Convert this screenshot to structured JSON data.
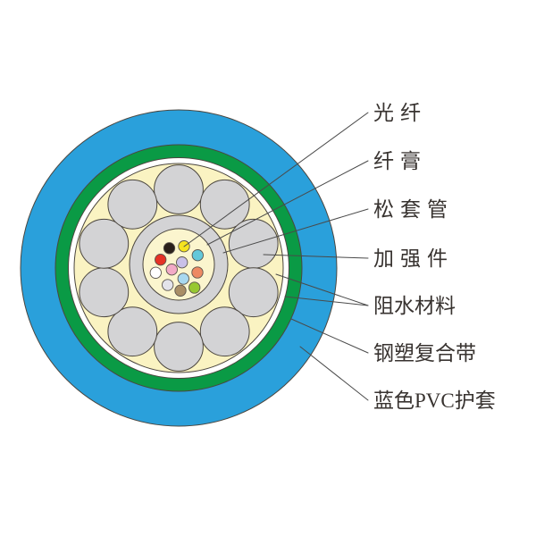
{
  "diagram": {
    "type": "fiber-optic-cable-cross-section",
    "labels": [
      {
        "id": "optical-fiber",
        "text": "光纤"
      },
      {
        "id": "fiber-gel",
        "text": "纤膏"
      },
      {
        "id": "loose-tube",
        "text": "松套管"
      },
      {
        "id": "strength-member",
        "text": "加强件"
      },
      {
        "id": "water-blocking-material",
        "text": "阻水材料"
      },
      {
        "id": "steel-plastic-composite-tape",
        "text": "钢塑复合带"
      },
      {
        "id": "blue-pvc-jacket",
        "text": "蓝色PVC护套"
      }
    ],
    "colors": {
      "jacket_blue": "#2aa0db",
      "tape_green": "#0a9a45",
      "water_block_white": "#ffffff",
      "filler_cream": "#faf3c2",
      "tube_gray": "#d3d3d5",
      "tube_inner_cream": "#fbf5ce",
      "outline": "#4b463f",
      "leader_line": "#4a4a4a",
      "label_text": "#383330"
    },
    "fiber_count": 12,
    "strength_member_count": 10,
    "fibers": [
      {
        "name": "black",
        "color": "#2a201b"
      },
      {
        "name": "yellow",
        "color": "#f6e41f"
      },
      {
        "name": "red",
        "color": "#e63226"
      },
      {
        "name": "aqua",
        "color": "#63c8da"
      },
      {
        "name": "violet",
        "color": "#c9c0e8"
      },
      {
        "name": "rose",
        "color": "#f2aac6"
      },
      {
        "name": "white",
        "color": "#ffffff"
      },
      {
        "name": "blue",
        "color": "#a8d8f0"
      },
      {
        "name": "orange",
        "color": "#ed8a63"
      },
      {
        "name": "slate",
        "color": "#e3e3ea"
      },
      {
        "name": "brown",
        "color": "#a98e66"
      },
      {
        "name": "olive",
        "color": "#97c831"
      }
    ]
  }
}
